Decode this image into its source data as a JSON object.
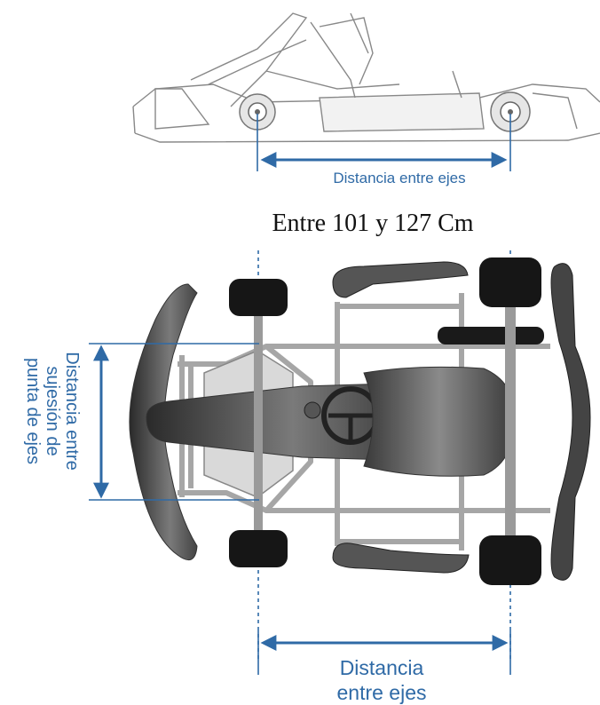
{
  "side_view": {
    "wheelbase_label": "Distancia entre ejes"
  },
  "heading": "Entre 101 y 127 Cm",
  "top_view": {
    "axle_mount_label_lines": [
      "Distancia entre",
      "sujesión de",
      "punta de ejes"
    ],
    "wheelbase_label_lines": [
      "Distancia",
      "entre ejes"
    ]
  },
  "colors": {
    "dimension": "#2f6aa6",
    "tire": "#1a1a1a",
    "body": "#5a5a5a",
    "frame": "#9a9a9a"
  }
}
